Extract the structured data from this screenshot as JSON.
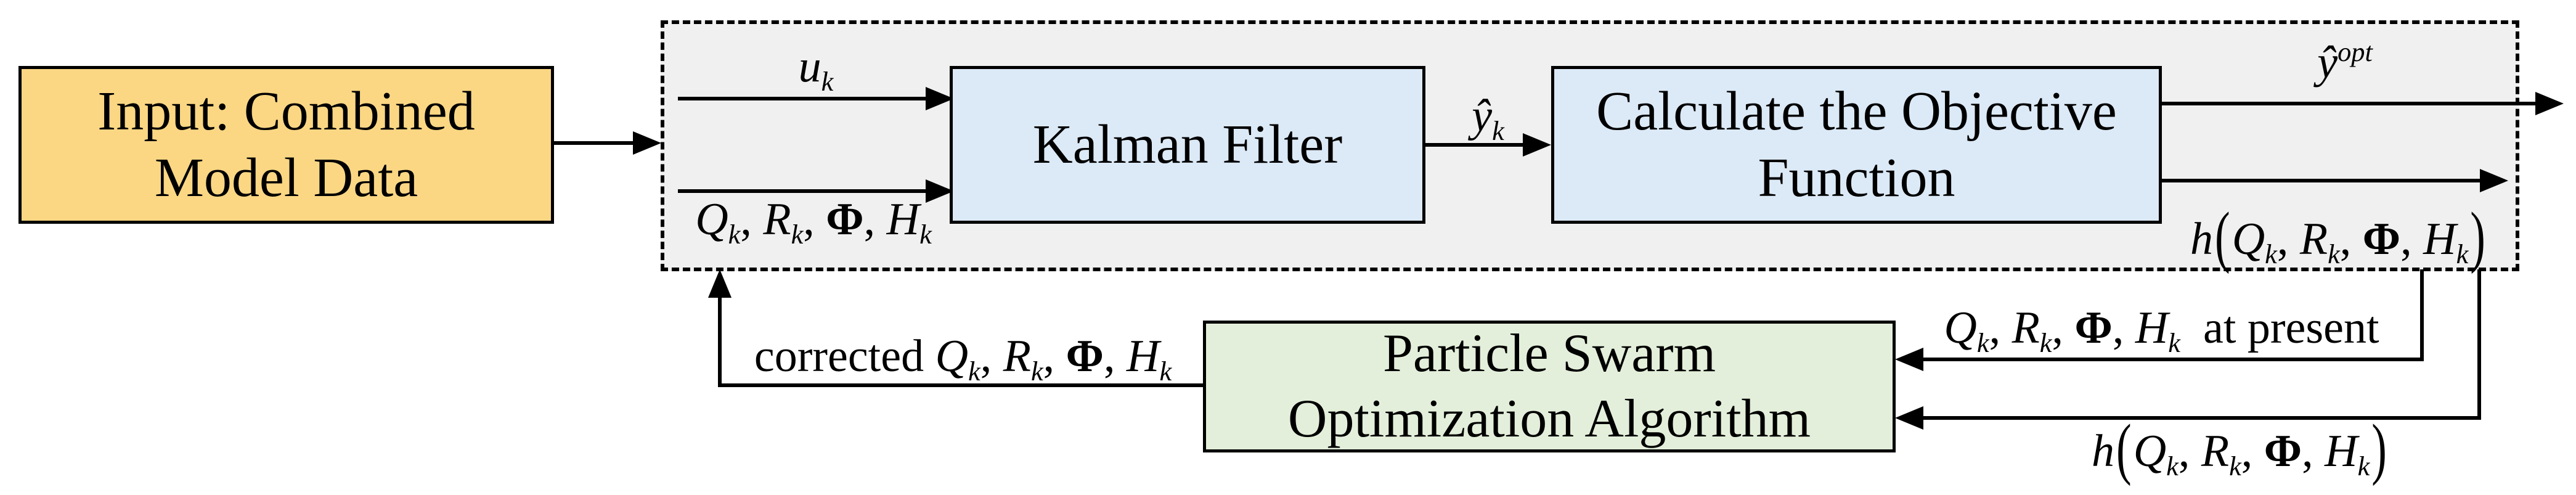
{
  "colors": {
    "background": "#FFFFFF",
    "input_box_fill": "#FBD784",
    "process_box_fill": "#DCE9F6",
    "pso_box_fill": "#E3EFDA",
    "region_fill": "#F0F0F0",
    "line_color": "#000000"
  },
  "boxes": {
    "input": {
      "line1": "Input: Combined",
      "line2": "Model Data"
    },
    "kalman": {
      "label": "Kalman Filter"
    },
    "objective": {
      "line1": "Calculate the Objective",
      "line2": "Function"
    },
    "pso": {
      "line1": "Particle Swarm",
      "line2": "Optimization Algorithm"
    }
  },
  "labels": {
    "u_input": [
      {
        "t": "u"
      },
      {
        "t": "k",
        "s": "sub"
      }
    ],
    "params_input": [
      {
        "t": "Q"
      },
      {
        "t": "k",
        "s": "sub"
      },
      {
        "t": ", ",
        "s": "r"
      },
      {
        "t": "R"
      },
      {
        "t": "k",
        "s": "sub"
      },
      {
        "t": ", ",
        "s": "r"
      },
      {
        "t": "Φ",
        "s": "phi"
      },
      {
        "t": ", ",
        "s": "r"
      },
      {
        "t": "H"
      },
      {
        "t": "k",
        "s": "sub"
      }
    ],
    "y_estimate": [
      {
        "t": "ŷ"
      },
      {
        "t": "k",
        "s": "sub"
      }
    ],
    "y_optimal": [
      {
        "t": "ŷ"
      },
      {
        "t": "opt",
        "s": "sup"
      }
    ],
    "h_output": [
      {
        "t": "h"
      },
      {
        "t": "(",
        "s": "paren"
      },
      {
        "t": "Q"
      },
      {
        "t": "k",
        "s": "sub"
      },
      {
        "t": ", ",
        "s": "r"
      },
      {
        "t": "R"
      },
      {
        "t": "k",
        "s": "sub"
      },
      {
        "t": ", ",
        "s": "r"
      },
      {
        "t": "Φ",
        "s": "phi"
      },
      {
        "t": ", ",
        "s": "r"
      },
      {
        "t": "H"
      },
      {
        "t": "k",
        "s": "sub"
      },
      {
        "t": ")",
        "s": "paren"
      }
    ],
    "params_at_present": [
      {
        "t": "Q"
      },
      {
        "t": "k",
        "s": "sub"
      },
      {
        "t": ", ",
        "s": "r"
      },
      {
        "t": "R"
      },
      {
        "t": "k",
        "s": "sub"
      },
      {
        "t": ", ",
        "s": "r"
      },
      {
        "t": "Φ",
        "s": "phi"
      },
      {
        "t": ", ",
        "s": "r"
      },
      {
        "t": "H"
      },
      {
        "t": "k",
        "s": "sub"
      },
      {
        "t": "  at present",
        "s": "r"
      }
    ],
    "h_feedback": [
      {
        "t": "h"
      },
      {
        "t": "(",
        "s": "paren"
      },
      {
        "t": "Q"
      },
      {
        "t": "k",
        "s": "sub"
      },
      {
        "t": ", ",
        "s": "r"
      },
      {
        "t": "R"
      },
      {
        "t": "k",
        "s": "sub"
      },
      {
        "t": ", ",
        "s": "r"
      },
      {
        "t": "Φ",
        "s": "phi"
      },
      {
        "t": ", ",
        "s": "r"
      },
      {
        "t": "H"
      },
      {
        "t": "k",
        "s": "sub"
      },
      {
        "t": ")",
        "s": "paren"
      }
    ],
    "corrected_params": [
      {
        "t": "corrected ",
        "s": "r"
      },
      {
        "t": "Q"
      },
      {
        "t": "k",
        "s": "sub"
      },
      {
        "t": ", ",
        "s": "r"
      },
      {
        "t": "R"
      },
      {
        "t": "k",
        "s": "sub"
      },
      {
        "t": ", ",
        "s": "r"
      },
      {
        "t": "Φ",
        "s": "phi"
      },
      {
        "t": ", ",
        "s": "r"
      },
      {
        "t": "H"
      },
      {
        "t": "k",
        "s": "sub"
      }
    ]
  }
}
